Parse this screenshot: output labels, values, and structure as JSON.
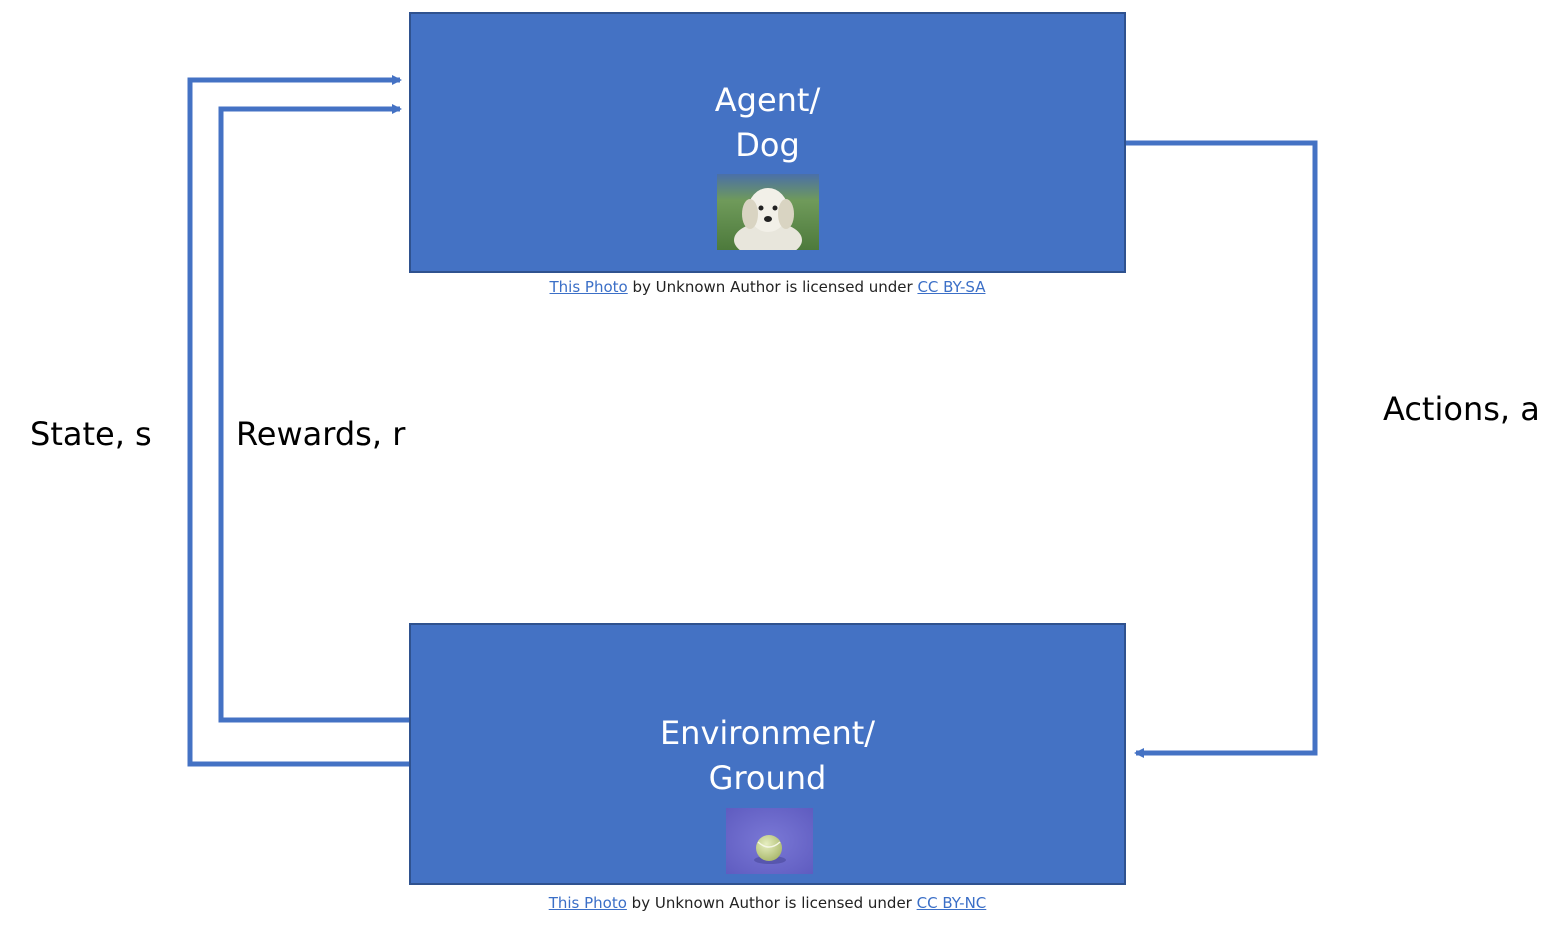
{
  "agent": {
    "title_line1": "Agent/",
    "title_line2": "Dog",
    "photo": "puppy-photo",
    "caption": {
      "link1": "This Photo",
      "middle": " by Unknown Author is licensed under ",
      "link2": "CC BY-SA"
    }
  },
  "environment": {
    "title_line1": "Environment/",
    "title_line2": "Ground",
    "photo": "tennis-ball-photo",
    "caption": {
      "link1": "This Photo",
      "middle": " by Unknown Author is licensed under ",
      "link2": "CC BY-NC"
    }
  },
  "flows": {
    "state": "State, s",
    "rewards": "Rewards, r",
    "actions": "Actions, a"
  },
  "colors": {
    "box_fill": "#4472C4",
    "box_border": "#2F528F",
    "arrow": "#4472C4",
    "link": "#3b6fc7"
  }
}
